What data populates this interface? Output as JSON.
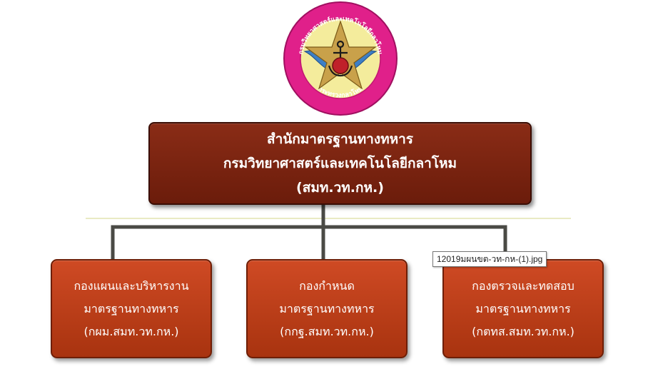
{
  "logo": {
    "top_text": "กรมวิทยาศาสตร์และเทคโนโลยีกลาโหม",
    "bottom_text": "กระทรวงกลาโหม",
    "colors": {
      "ring": "#e0208a",
      "field": "#f4ec9c",
      "star": "#c9a14a",
      "wings": "#3d7fc6"
    }
  },
  "root": {
    "lines": [
      "สำนักมาตรฐานทางทหาร",
      "กรมวิทยาศาสตร์และเทคโนโลยีกลาโหม",
      "(สมท.วท.กห.)"
    ]
  },
  "children": [
    {
      "lines": [
        "กองแผนและบริหารงาน",
        "มาตรฐานทางทหาร",
        "(กผม.สมท.วท.กห.)"
      ]
    },
    {
      "lines": [
        "กองกำหนด",
        "มาตรฐานทางทหาร",
        "(กกฐ.สมท.วท.กห.)"
      ]
    },
    {
      "lines": [
        "กองตรวจและทดสอบ",
        "มาตรฐานทางทหาร",
        "(กตทส.สมท.วท.กห.)"
      ]
    }
  ],
  "tooltip": {
    "text": "12019มผนขต-วท-กห-(1).jpg"
  },
  "colors": {
    "root_fill": "#7a2410",
    "child_fill": "#c0401a",
    "connector": "#4a4a45",
    "separator": "#e2e3b0"
  }
}
